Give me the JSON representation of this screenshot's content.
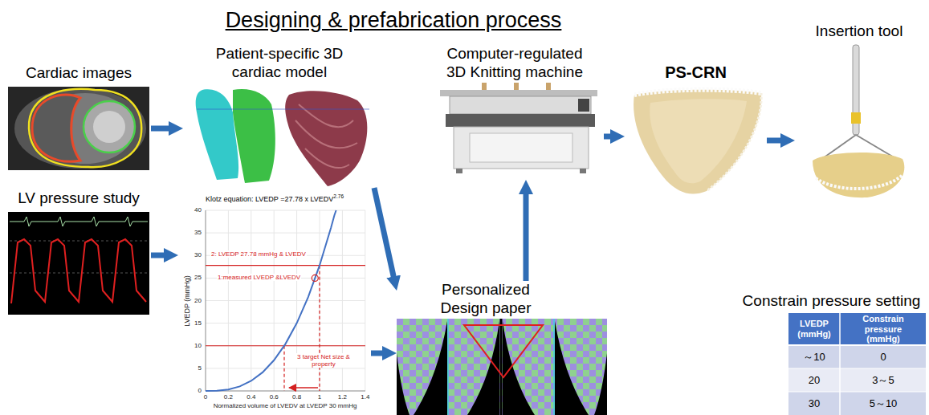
{
  "diagram": {
    "title": "Designing & prefabrication process",
    "nodes": [
      {
        "text": [
          "Cardiac images"
        ]
      },
      {
        "text": [
          "Patient-specific 3D cardiac model"
        ]
      },
      {
        "text": [
          "Computer-regulated 3D Knitting machine"
        ]
      },
      {
        "text": [
          "PS-CRN"
        ]
      },
      {
        "text": [
          "Insertion tool"
        ]
      },
      {
        "text": [
          "LV pressure study"
        ]
      },
      {
        "text": [
          "Klotz equation: LVEDP =27.78 x LVEDV",
          "2.76"
        ]
      },
      {
        "text": [
          "Personalized Design paper"
        ]
      },
      {
        "text": [
          "Constrain pressure setting"
        ]
      }
    ],
    "edges": [
      {
        "from": 0,
        "to": 1,
        "arrow": "to"
      },
      {
        "from": 1,
        "to": 7,
        "arrow": "to"
      },
      {
        "from": 5,
        "to": 6,
        "arrow": "to"
      },
      {
        "from": 6,
        "to": 7,
        "arrow": "to"
      },
      {
        "from": 7,
        "to": 2,
        "arrow": "to"
      },
      {
        "from": 2,
        "to": 3,
        "arrow": "to"
      },
      {
        "from": 3,
        "to": 4,
        "arrow": "to"
      }
    ],
    "labels": [
      "0",
      "5",
      "10",
      "15",
      "20",
      "25",
      "30",
      "35",
      "40",
      "0",
      "0.2",
      "0.4",
      "0.6",
      "0.8",
      "1",
      "1.2",
      "1.4",
      "LVEDP (mmHg)",
      "Normalized volume of LVEDV at LVEDP 30 mmHg",
      "2: LVEDP 27.78 mmHg & LVEDV",
      "1:measured LVEDP &LVEDV",
      "3 target Net size & property",
      "LVEDP (mmHg)",
      "Constrain pressure (mmHg)",
      "～10",
      "0",
      "20",
      "3～5",
      "30",
      "5～10"
    ]
  }
}
